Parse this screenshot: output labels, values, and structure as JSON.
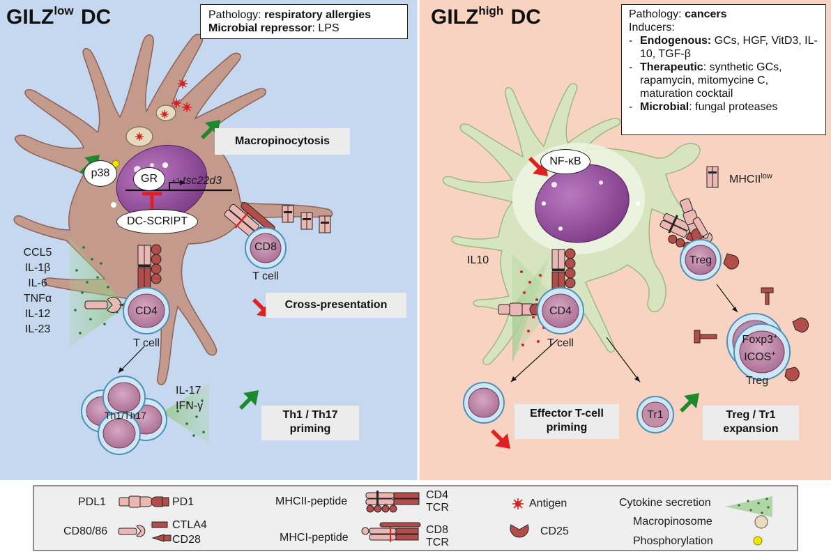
{
  "left_panel": {
    "title_prefix": "GILZ",
    "title_sup": "low",
    "title_suffix": "DC",
    "info": {
      "line1_label": "Pathology: ",
      "line1_value": "respiratory allergies",
      "line2_label": "Microbial repressor",
      "line2_value": ": LPS"
    },
    "p38": "p38",
    "gr": "GR",
    "plus1": "+1",
    "gene": "tsc22d3",
    "dc_script": "DC-SCRIPT",
    "macropinocytosis": "Macropinocytosis",
    "cd8": "CD8",
    "cd8_tcell": "T cell",
    "cytokines": [
      "CCL5",
      "IL-1β",
      "IL-6",
      "TNFα",
      "IL-12",
      "IL-23"
    ],
    "cd4": "CD4",
    "cd4_tcell": "T cell",
    "cross_presentation": "Cross-presentation",
    "th_cells": "Th1/Th17",
    "il17": "IL-17",
    "ifng": "IFN-γ",
    "priming_line1": "Th1 / Th17",
    "priming_line2": "priming"
  },
  "right_panel": {
    "title_prefix": "GILZ",
    "title_sup": "high",
    "title_suffix": "DC",
    "info": {
      "pathology_label": "Pathology: ",
      "pathology_value": "cancers",
      "inducers": "Inducers:",
      "endogenous_label": "Endogenous:",
      "endogenous_value": " GCs, HGF, VitD3, IL-10, TGF-β",
      "therapeutic_label": "Therapeutic",
      "therapeutic_value": ":  synthetic GCs, rapamycin, mitomycine C, maturation cocktail",
      "microbial_label": "Microbial",
      "microbial_value": ": fungal proteases"
    },
    "nfkb": "NF-κB",
    "mhcii": "MHCII",
    "mhcii_sup": "low",
    "il10": "IL10",
    "treg": "Treg",
    "cd4": "CD4",
    "cd4_tcell": "T cell",
    "foxp3": "Foxp3",
    "icos": "ICOS",
    "plus": "+",
    "treg2": "Treg",
    "tr1": "Tr1",
    "effector_line1": "Effector T-cell",
    "effector_line2": "priming",
    "expansion_line1": "Treg / Tr1",
    "expansion_line2": "expansion"
  },
  "legend": {
    "pdl1": "PDL1",
    "pd1": "PD1",
    "cd80": "CD80/86",
    "ctla4": "CTLA4",
    "cd28": "CD28",
    "mhcii_peptide": "MHCII-peptide",
    "cd4": "CD4",
    "tcr1": "TCR",
    "mhci_peptide": "MHCI-peptide",
    "cd8": "CD8",
    "tcr2": "TCR",
    "antigen": "Antigen",
    "cd25": "CD25",
    "cytokine_secretion": "Cytokine secretion",
    "macropinosome": "Macropinosome",
    "phosphorylation": "Phosphorylation"
  },
  "colors": {
    "left_bg": "#c5d8ef",
    "right_bg": "#f8d3c2",
    "dc_left": "#c49a8c",
    "dc_right": "#d6e5bf",
    "nucleus": "#9b4fa0",
    "receptor_dark": "#b34d4a",
    "receptor_light": "#eab7b3",
    "arrow_up": "#1c8a2c",
    "arrow_down": "#e02020",
    "tcell_nucleus": "#c28fa8"
  }
}
